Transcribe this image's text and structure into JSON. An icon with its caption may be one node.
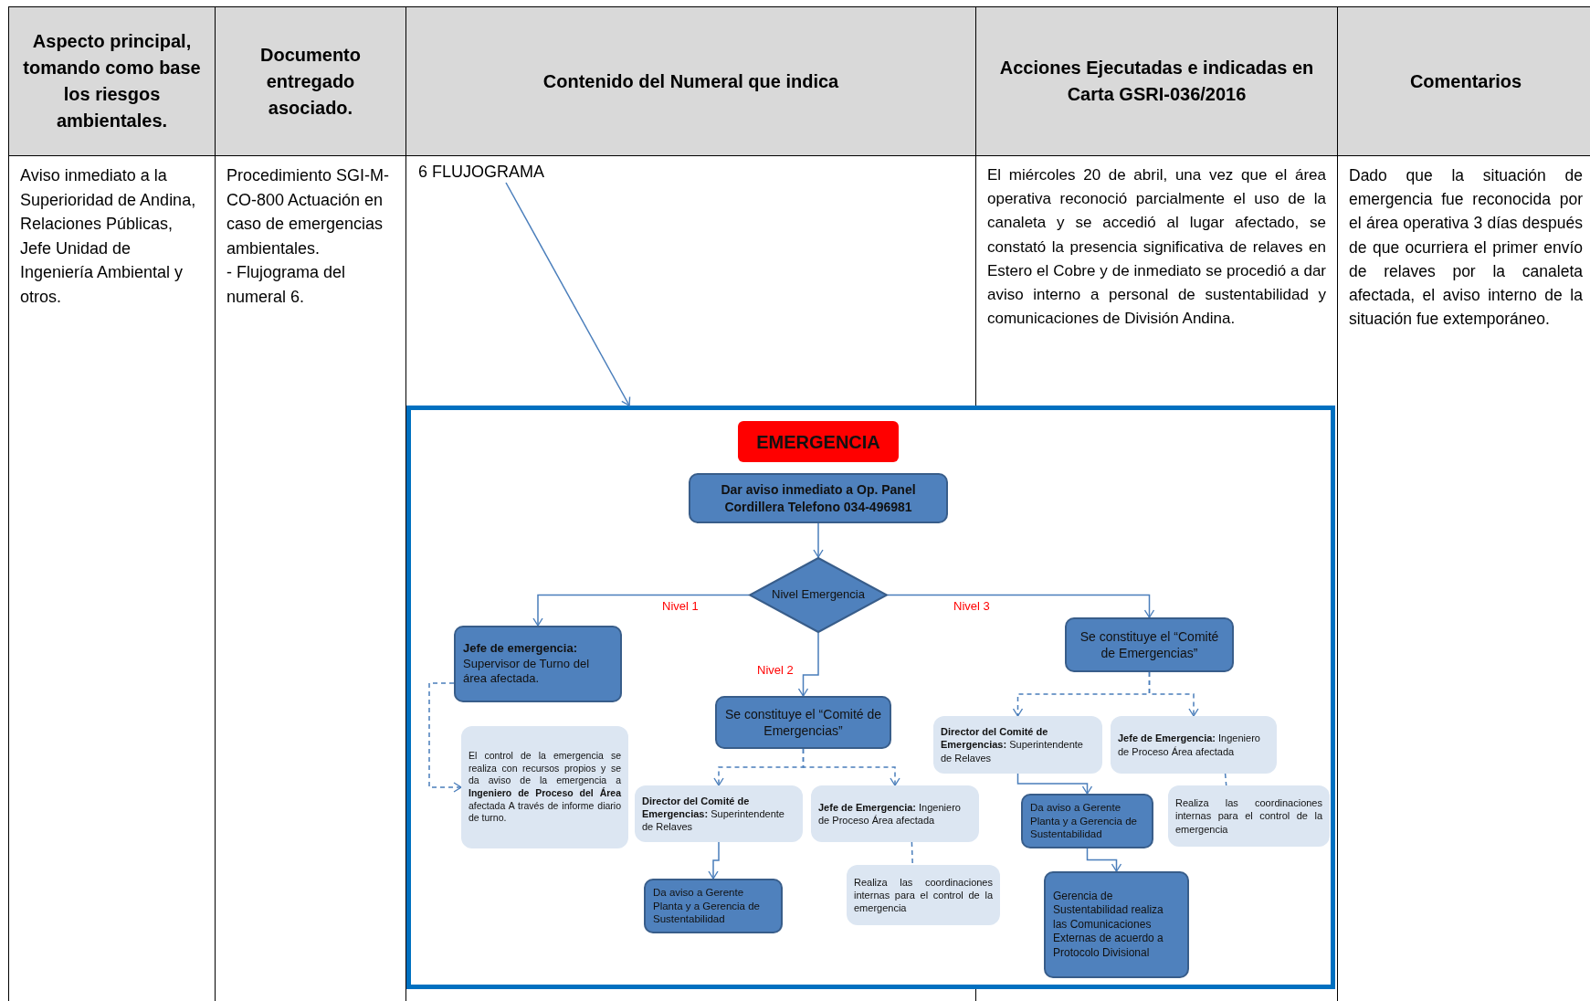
{
  "diagram": {
    "nodes": [
      {
        "text": [
          "6 FLUJOGRAMA"
        ]
      },
      {
        "text": [],
        "shape": "box"
      },
      {
        "text": [
          "EMERGENCIA"
        ],
        "in": 1
      },
      {
        "text": [
          "Dar aviso inmediato a Op. Panel Cordillera Telefono 034-496981"
        ],
        "in": 1
      },
      {
        "text": [
          "Nivel Emergencia"
        ],
        "in": 1
      },
      {
        "text": [
          "Jefe de emergencia:",
          "Supervisor de Turno del área afectada."
        ],
        "in": 1
      },
      {
        "text": [
          "Se constituye el “Comité de Emergencias”"
        ],
        "in": 1
      },
      {
        "text": [
          "Se constituye el “Comité de Emergencias”"
        ],
        "in": 1
      },
      {
        "text": [
          "El control de la emergencia se realiza con recursos propios y se da aviso de la emergencia a **Ingeniero de Proceso del Área** afectada A través de informe diario de turno."
        ],
        "in": 1
      },
      {
        "text": [
          "**Director del Comité de Emergencias:** Superintendente de Relaves"
        ],
        "in": 1
      },
      {
        "text": [
          "**Jefe de Emergencia:** Ingeniero de Proceso Área afectada"
        ],
        "in": 1
      },
      {
        "text": [
          "**Director del Comité de Emergencias:** Superintendente de Relaves"
        ],
        "in": 1
      },
      {
        "text": [
          "**Jefe de Emergencia:** Ingeniero de Proceso Área afectada"
        ],
        "in": 1
      },
      {
        "text": [
          "Da aviso a Gerente Planta y a Gerencia de Sustentabilidad"
        ],
        "in": 1
      },
      {
        "text": [
          "Realiza las coordinaciones internas para el control de la emergencia"
        ],
        "in": 1
      },
      {
        "text": [
          "Da aviso a Gerente Planta y a Gerencia de Sustentabilidad"
        ],
        "in": 1
      },
      {
        "text": [
          "Realiza las coordinaciones internas para el control de la emergencia"
        ],
        "in": 1
      },
      {
        "text": [
          "Gerencia de Sustentabilidad realiza las Comunicaciones Externas de acuerdo a Protocolo Divisional"
        ],
        "in": 1
      }
    ],
    "edges": [
      {
        "from": 0,
        "to": 1,
        "arrow": "to"
      },
      {
        "from": 3,
        "to": 4,
        "arrow": "to"
      },
      {
        "from": 4,
        "to": 5,
        "arrow": "to",
        "label": "Nivel 1"
      },
      {
        "from": 4,
        "to": 6,
        "arrow": "to",
        "label": "Nivel 2"
      },
      {
        "from": 4,
        "to": 7,
        "arrow": "to",
        "label": "Nivel 3"
      },
      {
        "from": 5,
        "to": 8,
        "arrow": "to",
        "style": "dashed"
      },
      {
        "from": 6,
        "to": 9,
        "arrow": "to",
        "style": "dashed"
      },
      {
        "from": 6,
        "to": 10,
        "arrow": "to",
        "style": "dashed"
      },
      {
        "from": 7,
        "to": 11,
        "arrow": "to",
        "style": "dashed"
      },
      {
        "from": 7,
        "to": 12,
        "arrow": "to",
        "style": "dashed"
      },
      {
        "from": 9,
        "to": 13,
        "arrow": "to"
      },
      {
        "from": 10,
        "to": 14,
        "arrow": "none",
        "style": "dashed"
      },
      {
        "from": 11,
        "to": 15,
        "arrow": "to"
      },
      {
        "from": 12,
        "to": 16,
        "arrow": "none",
        "style": "dashed"
      },
      {
        "from": 15,
        "to": 17,
        "arrow": "to"
      }
    ],
    "labels": [
      "Aspecto principal, tomando como base los riesgos ambientales.",
      "Documento entregado asociado.",
      "Contenido del Numeral que indica",
      "Acciones Ejecutadas e indicadas en Carta GSRI-036/2016",
      "Comentarios",
      "Aviso inmediato a la Superioridad de Andina, Relaciones Públicas, Jefe Unidad de Ingeniería Ambiental y otros.",
      "Procedimiento SGI-M-CO-800 Actuación en caso de emergencias ambientales.",
      "- Flujograma del numeral 6.",
      "El miércoles 20 de abril, una vez que el área operativa reconoció parcialmente el uso de la canaleta y se accedió al lugar afectado, se constató la presencia significativa de relaves en Estero el Cobre y de inmediato se procedió a dar aviso interno a personal de sustentabilidad y comunicaciones de División Andina.",
      "Dado que la situación de emergencia fue reconocida por el área operativa 3 días después de que ocurriera el primer envío de relaves por la canaleta afectada, el aviso interno de la situación fue extemporáneo."
    ]
  }
}
